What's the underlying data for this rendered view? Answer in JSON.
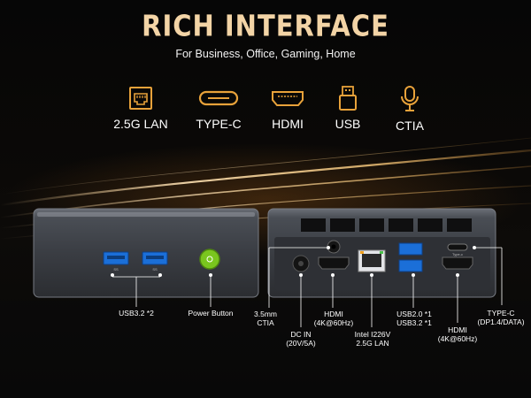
{
  "header": {
    "title": "RICH INTERFACE",
    "subtitle": "For Business, Office, Gaming, Home"
  },
  "icons": [
    {
      "name": "lan-icon",
      "label": "2.5G LAN"
    },
    {
      "name": "type-c-icon",
      "label": "TYPE-C"
    },
    {
      "name": "hdmi-icon",
      "label": "HDMI"
    },
    {
      "name": "usb-icon",
      "label": "USB"
    },
    {
      "name": "microphone-icon",
      "label": "CTIA"
    }
  ],
  "front_panel": {
    "usb_label": "USB3.2 *2",
    "power_label": "Power Button"
  },
  "rear_panel": {
    "audio_label": "3.5mm\nCTIA",
    "dc_label": "DC IN\n(20V/5A)",
    "hdmi1_label": "HDMI\n(4K@60Hz)",
    "lan_label": "Intel I226V\n2.5G LAN",
    "usb_label": "USB2.0 *1\nUSB3.2 *1",
    "hdmi2_label": "HDMI\n(4K@60Hz)",
    "typec_label": "TYPE-C\n(DP1.4/DATA)",
    "typec_port_text": "Type-c"
  },
  "colors": {
    "accent_gold": "#e8a23a",
    "title_gold": "#f3d4a6",
    "usb_blue": "#1b6fd8",
    "power_green": "#7ac61e"
  }
}
